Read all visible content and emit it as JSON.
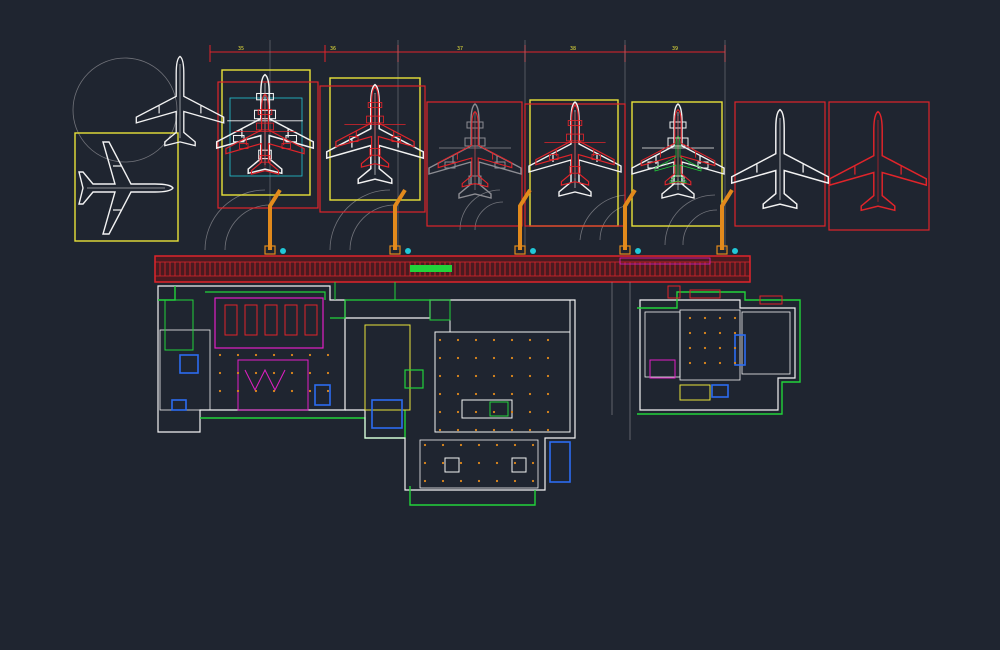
{
  "colors": {
    "background": "#1f2530",
    "red": "#e0242a",
    "yellow": "#e8e23a",
    "white": "#f2f2f2",
    "green": "#22d33a",
    "magenta": "#e21fc6",
    "cyan": "#21c8d8",
    "blue": "#2c6cf0",
    "gray": "#8d8d93",
    "orange": "#e28a1c"
  },
  "stand_labels": {
    "s1": "35",
    "s2": "36",
    "s3": "37",
    "s4": "38",
    "s5": "39"
  },
  "icons": {
    "aircraft": "aircraft-plan-icon",
    "jet_bridge": "jet-bridge-icon"
  }
}
